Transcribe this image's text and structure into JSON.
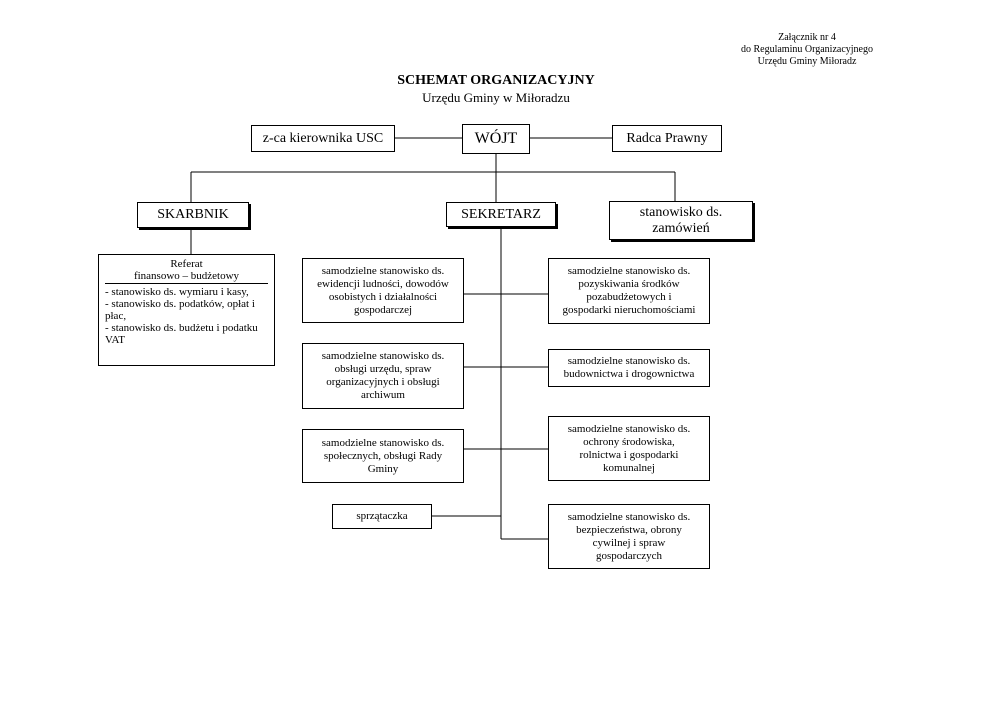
{
  "header_note": "Załącznik nr 4\ndo Regulaminu Organizacyjnego\nUrzędu Gminy Miłoradz",
  "title": "SCHEMAT ORGANIZACYJNY",
  "subtitle": "Urzędu Gminy w Miłoradzu",
  "nodes": {
    "wojt": "WÓJT",
    "zca": "z-ca kierownika USC",
    "radca": "Radca Prawny",
    "skarbnik": "SKARBNIK",
    "sekretarz": "SEKRETARZ",
    "zamowien": "stanowisko ds.\nzamówień"
  },
  "referat": {
    "title": "Referat\nfinansowo – budżetowy",
    "items": [
      "- stanowisko ds. wymiaru i kasy,",
      "- stanowisko ds. podatków, opłat i płac,",
      "- stanowisko ds. budżetu i podatku VAT"
    ]
  },
  "left_units": [
    "samodzielne stanowisko ds.\newidencji ludności, dowodów\nosobistych i działalności\ngospodarczej",
    "samodzielne stanowisko ds.\nobsługi urzędu, spraw\norganizacyjnych i obsługi\narchiwum",
    "samodzielne stanowisko ds.\nspołecznych, obsługi Rady\nGminy",
    "sprzątaczka"
  ],
  "right_units": [
    "samodzielne stanowisko ds.\npozyskiwania środków\npozabudżetowych i\ngospodarki nieruchomościami",
    "samodzielne stanowisko ds.\nbudownictwa i drogownictwa",
    "samodzielne stanowisko ds.\nochrony środowiska,\nrolnictwa i gospodarki\nkomunalnej",
    "samodzielne stanowisko ds.\nbezpieczeństwa, obrony\ncywilnej i spraw\ngospodarczych"
  ]
}
